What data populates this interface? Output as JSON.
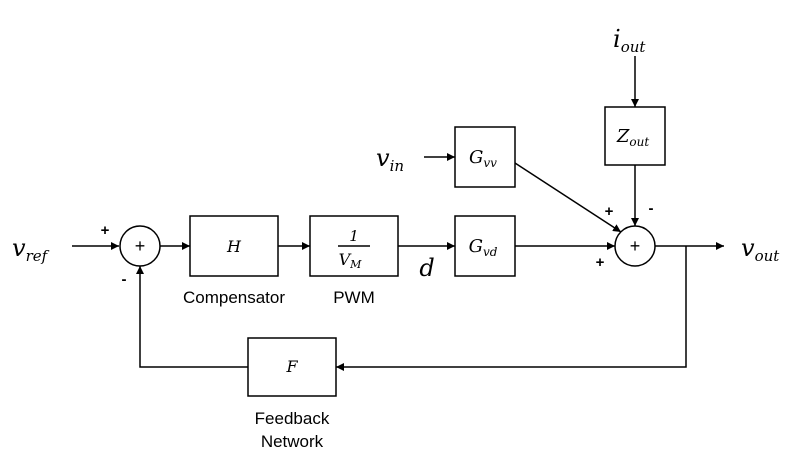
{
  "signals": {
    "v_ref": {
      "main": "v",
      "sub": "ref"
    },
    "v_in": {
      "main": "v",
      "sub": "in"
    },
    "i_out": {
      "main": "i",
      "sub": "out"
    },
    "v_out": {
      "main": "v",
      "sub": "out"
    },
    "d": "d"
  },
  "blocks": {
    "H": {
      "symbol": "H",
      "caption": "Compensator"
    },
    "PWM": {
      "numerator": "1",
      "denominator_main": "V",
      "denominator_sub": "M",
      "caption": "PWM"
    },
    "Gvd": {
      "main": "G",
      "sub": "vd"
    },
    "Gvv": {
      "main": "G",
      "sub": "vv"
    },
    "Zout": {
      "main": "Z",
      "sub": "out"
    },
    "F": {
      "symbol": "F",
      "caption_line1": "Feedback",
      "caption_line2": "Network"
    }
  },
  "summers": {
    "input": {
      "symbol": "+",
      "sign_ref": "+",
      "sign_feedback": "-"
    },
    "output": {
      "symbol": "+",
      "sign_gvv": "+",
      "sign_zout": "-",
      "sign_gvd": "+"
    }
  }
}
